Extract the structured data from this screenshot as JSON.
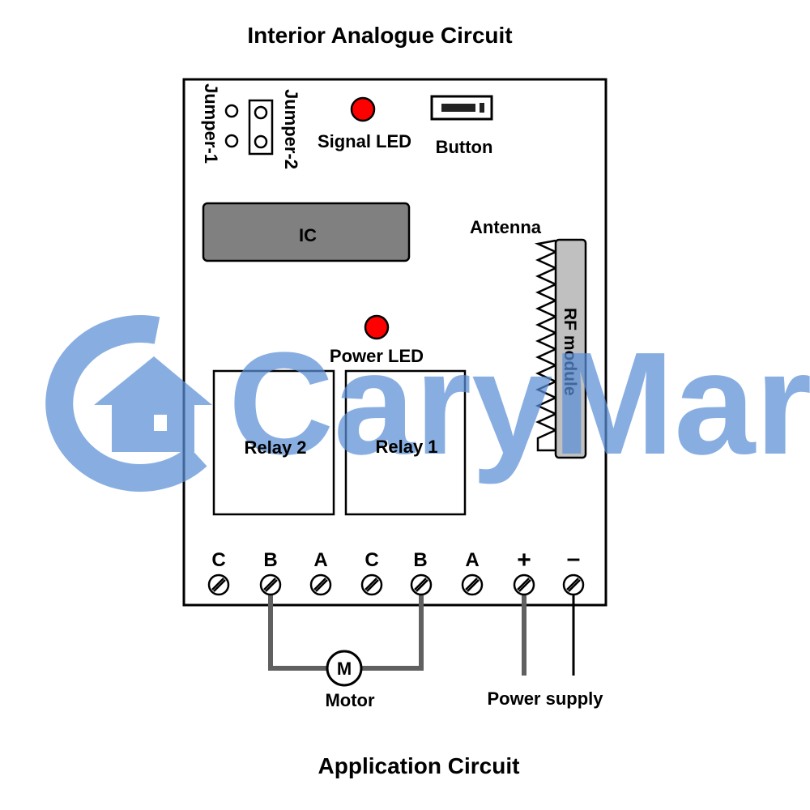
{
  "header": {
    "title": "Interior Analogue Circuit"
  },
  "footer": {
    "title": "Application Circuit"
  },
  "board": {
    "jumper1_label": "Jumper-1",
    "jumper2_label": "Jumper-2",
    "signal_led_label": "Signal LED",
    "button_label": "Button",
    "ic_label": "IC",
    "antenna_label": "Antenna",
    "rf_module_label": "RF module",
    "power_led_label": "Power LED",
    "relay2_label": "Relay 2",
    "relay1_label": "Relay 1"
  },
  "terminals": [
    "C",
    "B",
    "A",
    "C",
    "B",
    "A",
    "+",
    "–"
  ],
  "external": {
    "motor_symbol": "M",
    "motor_label": "Motor",
    "power_label": "Power supply"
  },
  "watermark": {
    "text": "CaryMart",
    "color": "#5b8fd6"
  },
  "colors": {
    "led": "#ff0000",
    "ic": "#808080",
    "rf_module": "#c0c0c0",
    "wire": "#606060"
  }
}
